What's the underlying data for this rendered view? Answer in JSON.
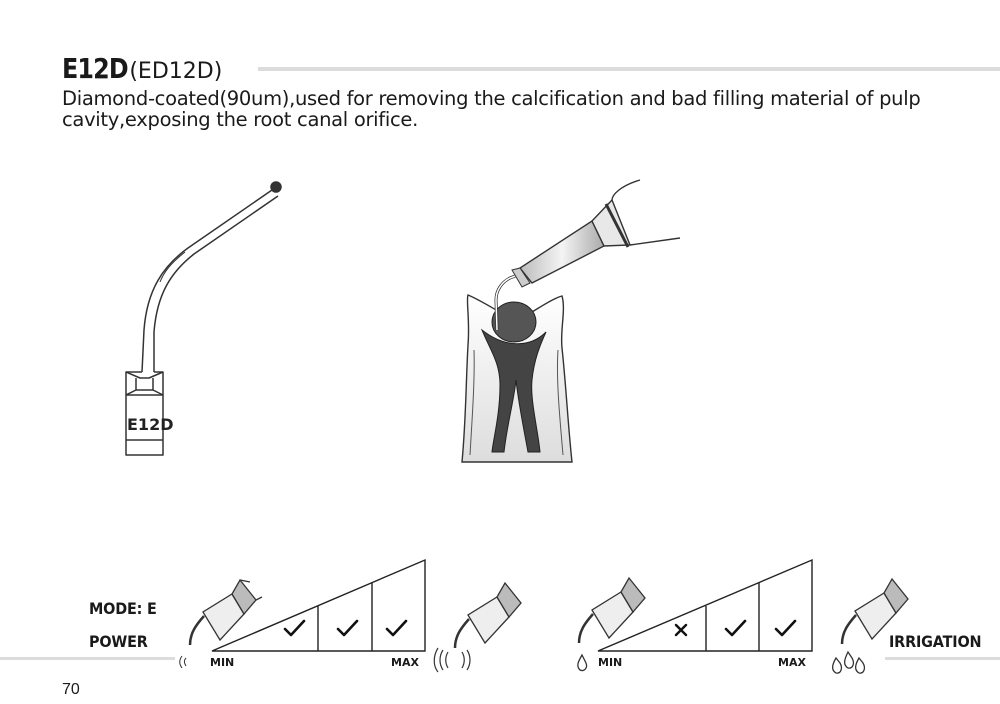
{
  "header": {
    "model": "E12D",
    "alt_model": "(ED12D)",
    "description": "Diamond-coated(90um),used for removing the calcification and bad filling material of pulp cavity,exposing the root canal orifice."
  },
  "tip_illustration": {
    "engraving": "E12D"
  },
  "power_panel": {
    "mode_label": "MODE: E",
    "power_label": "POWER",
    "min_label": "MIN",
    "max_label": "MAX",
    "levels": [
      "check",
      "check",
      "check"
    ]
  },
  "irrigation_panel": {
    "irrigation_label": "IRRIGATION",
    "min_label": "MIN",
    "max_label": "MAX",
    "levels": [
      "cross",
      "check",
      "check"
    ]
  },
  "footer": {
    "page_number": "70"
  }
}
